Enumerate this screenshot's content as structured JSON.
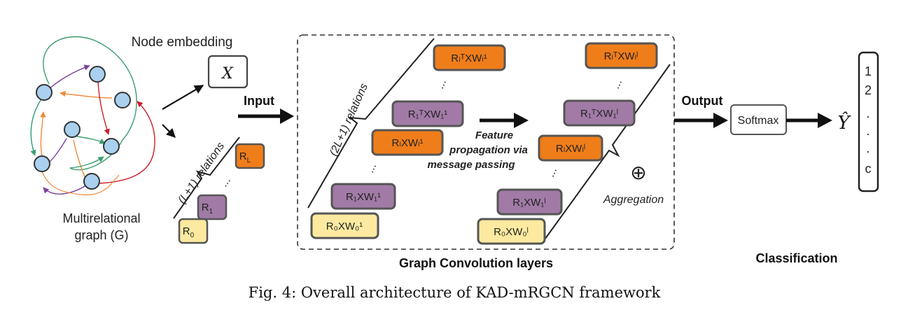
{
  "graph": {
    "label_line1": "Multirelational",
    "label_line2": "graph (G)"
  },
  "embedding": {
    "title": "Node embedding",
    "symbol": "X",
    "relations_label": "(L+1) relations",
    "relations": [
      "R",
      "R",
      "R"
    ],
    "relation_subscripts": [
      "L",
      "1",
      "0"
    ],
    "ellipsis": "..."
  },
  "flow": {
    "input_label": "Input",
    "output_label": "Output"
  },
  "gcn": {
    "title": "Graph Convolution layers",
    "relations_label": "(2L+1) relations",
    "propagation_line1": "Feature",
    "propagation_line2": "propagation via",
    "propagation_line3": "message passing",
    "aggregation_label": "Aggregation",
    "aggregation_symbol": "⊕",
    "ellipsis": "...",
    "layer1": {
      "rlt": "RₗᵀXWₗ¹",
      "r1t": "R₁ᵀXW₁¹",
      "rl": "RₗXWₗ¹",
      "r1": "R₁XW₁¹",
      "r0": "R₀XW₀¹"
    },
    "layerl": {
      "rlt": "RₗᵀXWₗˡ",
      "r1t": "R₁ᵀXW₁ˡ",
      "rl": "RₗXWₗˡ",
      "r1": "R₁XW₁ˡ",
      "r0": "R₀XW₀ˡ"
    }
  },
  "classification": {
    "softmax_label": "Softmax",
    "output_symbol": "Ŷ",
    "vector": [
      "1",
      "2",
      ".",
      ".",
      ".",
      "c"
    ],
    "title": "Classification"
  },
  "caption": "Fig. 4: Overall architecture of KAD-mRGCN framework",
  "colors": {
    "orange": "#ef7d1a",
    "purple": "#a17ba6",
    "yellow": "#fdeaa0",
    "node": "#a9d0ee",
    "edge_green": "#3a9e6e",
    "edge_purple": "#7e3f98",
    "edge_orange": "#f08a3b",
    "edge_red": "#cc1f2b",
    "edge_teal": "#2e9a7a"
  }
}
